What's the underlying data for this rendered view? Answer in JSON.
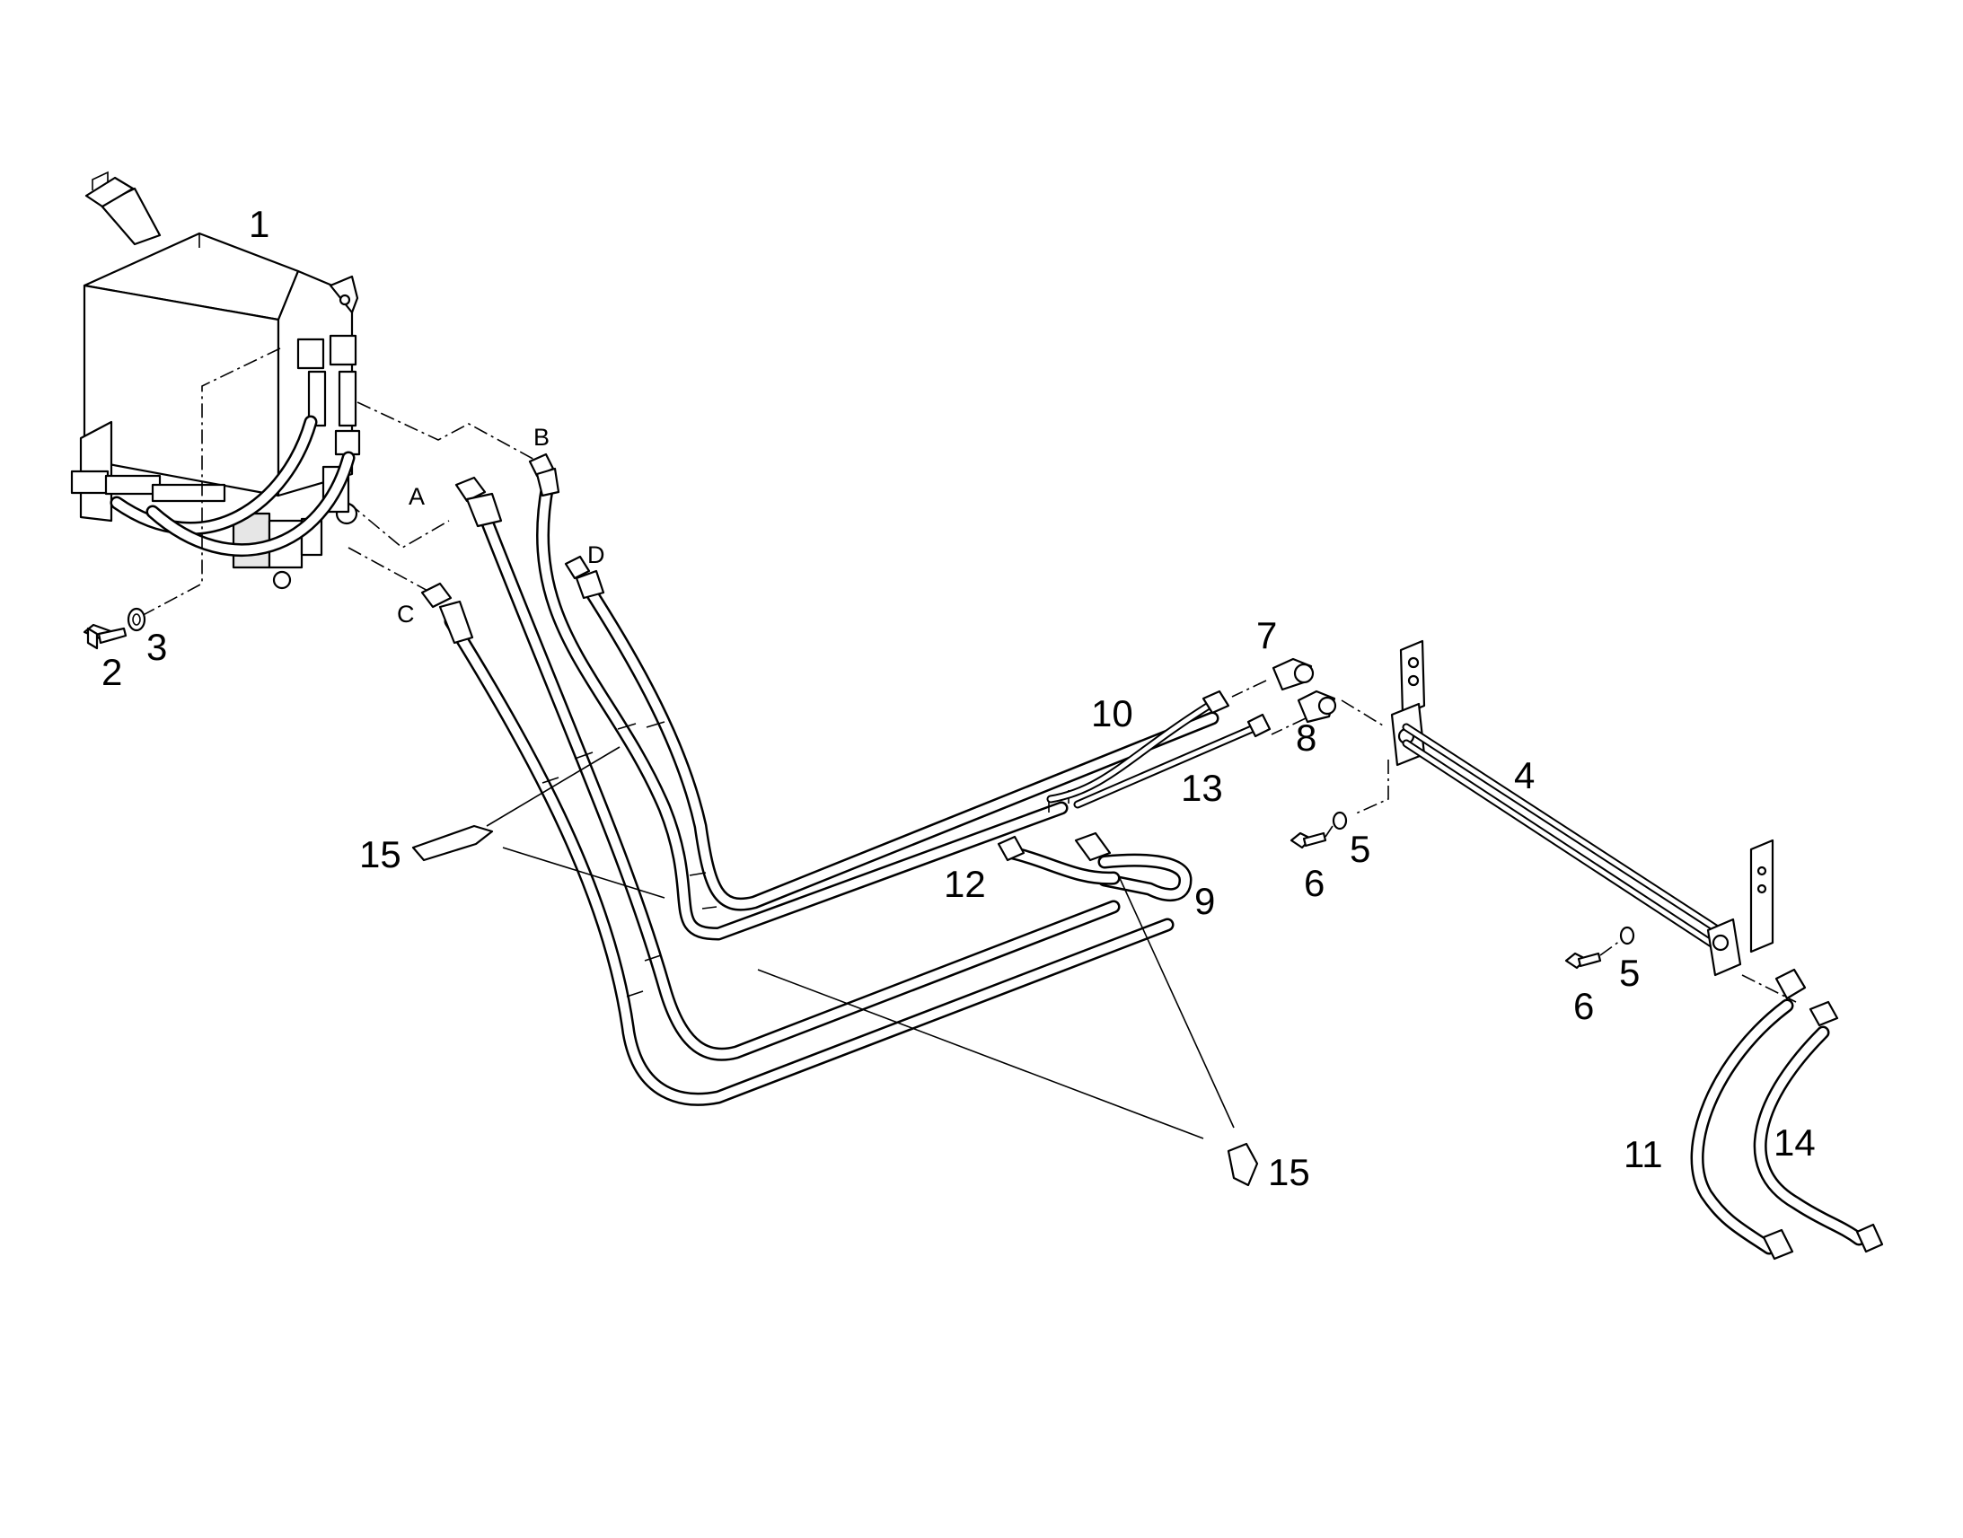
{
  "callouts": {
    "c1": "1",
    "c2": "2",
    "c3": "3",
    "c4": "4",
    "c5a": "5",
    "c5b": "5",
    "c6a": "6",
    "c6b": "6",
    "c7": "7",
    "c8": "8",
    "c9": "9",
    "c10": "10",
    "c11": "11",
    "c12": "12",
    "c13": "13",
    "c14": "14",
    "c15a": "15",
    "c15b": "15"
  },
  "connection_letters": {
    "a": "A",
    "b": "B",
    "c": "C",
    "d": "D"
  }
}
